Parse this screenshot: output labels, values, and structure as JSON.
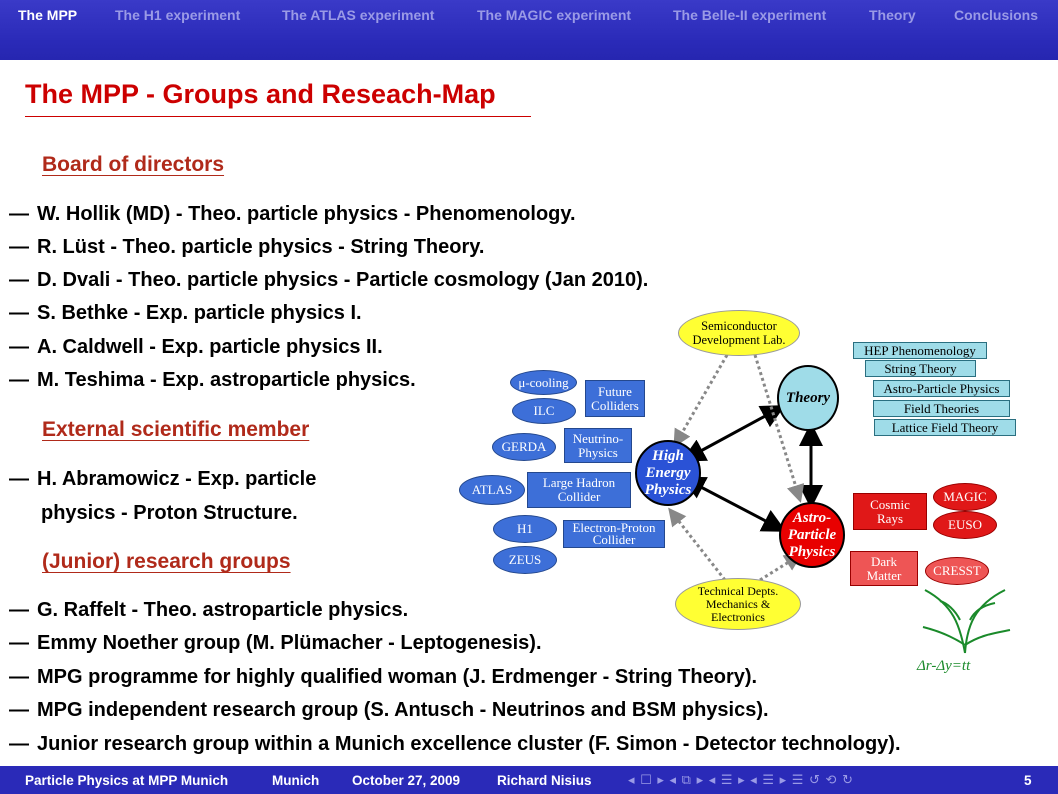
{
  "nav": {
    "items": [
      "The MPP",
      "The H1 experiment",
      "The ATLAS experiment",
      "The MAGIC experiment",
      "The Belle-II experiment",
      "Theory",
      "Conclusions"
    ],
    "active": "The MPP"
  },
  "slide": {
    "title": "The MPP - Groups and Reseach-Map",
    "sections": {
      "board": "Board of directors",
      "external": "External scientific member",
      "junior": "(Junior) research groups"
    },
    "dash": "—",
    "board_members": [
      "W. Hollik (MD) - Theo. particle physics - Phenomenology.",
      "R. Lüst - Theo. particle physics - String Theory.",
      "D. Dvali - Theo. particle physics - Particle cosmology (Jan 2010).",
      "S. Bethke - Exp. particle physics I.",
      "A. Caldwell - Exp. particle physics II.",
      "M. Teshima - Exp. astroparticle physics."
    ],
    "external_member": [
      "H. Abramowicz - Exp. particle",
      "physics - Proton Structure."
    ],
    "junior_groups": [
      "G. Raffelt - Theo. astroparticle physics.",
      "Emmy Noether group (M. Plümacher - Leptogenesis).",
      "MPG programme for highly qualified woman (J. Erdmenger - String Theory).",
      "MPG independent research group (S. Antusch - Neutrinos and BSM physics).",
      "Junior research group within a Munich excellence cluster (F. Simon - Detector technology)."
    ]
  },
  "diagram": {
    "semiconductor": [
      "Semiconductor",
      "Development Lab."
    ],
    "theory": "Theory",
    "hep": [
      "High",
      "Energy",
      "Physics"
    ],
    "astro": [
      "Astro-",
      "Particle",
      "Physics"
    ],
    "technical": [
      "Technical Depts.",
      "Mechanics &",
      "Electronics"
    ],
    "mu_cooling": "μ-cooling",
    "ilc": "ILC",
    "future_colliders": [
      "Future",
      "Colliders"
    ],
    "gerda": "GERDA",
    "neutrino_physics": [
      "Neutrino-",
      "Physics"
    ],
    "atlas": "ATLAS",
    "lhc": [
      "Large Hadron",
      "Collider"
    ],
    "h1": "H1",
    "zeus": "ZEUS",
    "ep_collider": [
      "Electron-Proton",
      "Collider"
    ],
    "theory_list": [
      "HEP Phenomenology",
      "String Theory",
      "Astro-Particle Physics",
      "Field Theories",
      "Lattice Field Theory"
    ],
    "cosmic_rays": [
      "Cosmic",
      "Rays"
    ],
    "magic": "MAGIC",
    "euso": "EUSO",
    "dark_matter": [
      "Dark",
      "Matter"
    ],
    "cresst": "CRESST",
    "logo_text": "Δr-Δy=tt"
  },
  "footer": {
    "talk": "Particle Physics at MPP Munich",
    "place": "Munich",
    "date": "October 27, 2009",
    "author": "Richard Nisius",
    "page": "5",
    "nav_symbols": "◂ ☐ ▸ ◂ ⧉ ▸ ◂ ☰ ▸ ◂ ☰ ▸ ☰ ↺ ⟲ ↻"
  },
  "colors": {
    "nav_bg": "#2a2ab8",
    "nav_inactive": "#9a9ae6",
    "title_red": "#cc0000",
    "section_red": "#b02a1a",
    "hep_blue": "#2a52d6",
    "theory_cyan": "#9fdce8",
    "astro_red": "#e80000",
    "semiconductor_yellow": "#ffff33",
    "logo_green": "#1a8a2a"
  }
}
